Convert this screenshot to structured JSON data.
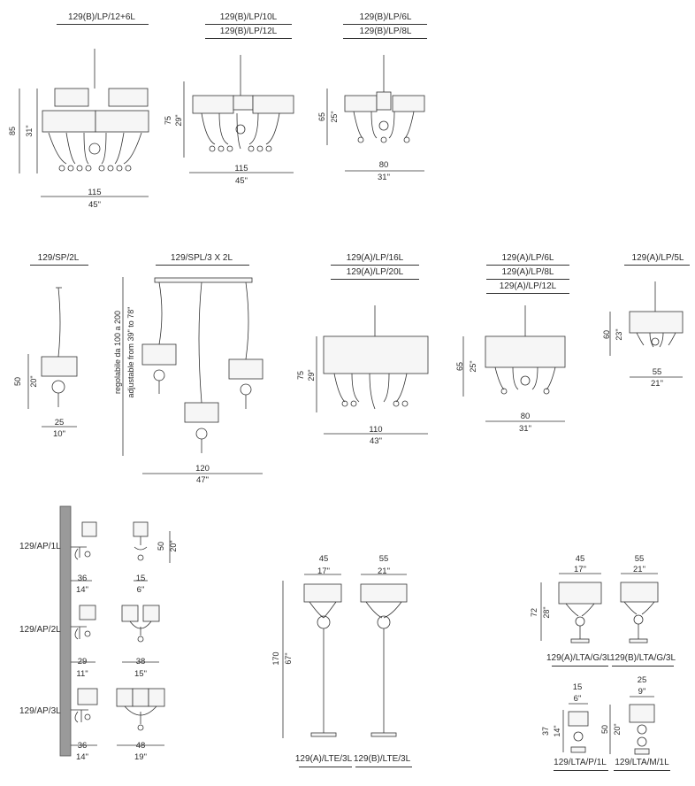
{
  "chandeliers": {
    "b12_6": {
      "code1": "129(B)/LP/12+6L",
      "w_cm": "115",
      "w_in": "45\"",
      "h_cm": "85",
      "h_in": "31\""
    },
    "b10_12": {
      "code1": "129(B)/LP/10L",
      "code2": "129(B)/LP/12L",
      "w_cm": "115",
      "w_in": "45\"",
      "h_cm": "75",
      "h_in": "29\""
    },
    "b6_8": {
      "code1": "129(B)/LP/6L",
      "code2": "129(B)/LP/8L",
      "w_cm": "80",
      "w_in": "31\"",
      "h_cm": "65",
      "h_in": "25\""
    }
  },
  "pendants": {
    "sp2": {
      "code": "129/SP/2L",
      "w_cm": "25",
      "w_in": "10\"",
      "h_cm": "50",
      "h_in": "20\""
    },
    "spl": {
      "code": "129/SPL/3 X 2L",
      "w_cm": "120",
      "w_in": "47\"",
      "adj_it": "regolabile da 100 a 200",
      "adj_en": "adjustable from 39\" to 78\""
    },
    "a16_20": {
      "code1": "129(A)/LP/16L",
      "code2": "129(A)/LP/20L",
      "w_cm": "110",
      "w_in": "43\"",
      "h_cm": "75",
      "h_in": "29\""
    },
    "a6_12": {
      "code1": "129(A)/LP/6L",
      "code2": "129(A)/LP/8L",
      "code3": "129(A)/LP/12L",
      "w_cm": "80",
      "w_in": "31\"",
      "h_cm": "65",
      "h_in": "25\""
    },
    "a5": {
      "code": "129(A)/LP/5L",
      "w_cm": "55",
      "w_in": "21\"",
      "h_cm": "60",
      "h_in": "23\""
    }
  },
  "wall": {
    "ap1": {
      "code": "129/AP/1L",
      "w_cm": "36",
      "w_in": "14\"",
      "side_cm": "15",
      "side_in": "6\"",
      "h_cm": "50",
      "h_in": "20\""
    },
    "ap2": {
      "code": "129/AP/2L",
      "w_cm": "29",
      "w_in": "11\"",
      "side_cm": "38",
      "side_in": "15\""
    },
    "ap3": {
      "code": "129/AP/3L",
      "w_cm": "36",
      "w_in": "14\"",
      "side_cm": "48",
      "side_in": "19\""
    }
  },
  "floor": {
    "lte_a": {
      "code": "129(A)/LTE/3L",
      "w_cm": "45",
      "w_in": "17\""
    },
    "lte_b": {
      "code": "129(B)/LTE/3L",
      "w_cm": "55",
      "w_in": "21\""
    },
    "h_cm": "170",
    "h_in": "67\""
  },
  "table": {
    "lta_a": {
      "code": "129(A)/LTA/G/3L",
      "w_cm": "45",
      "w_in": "17\"",
      "h_cm": "72",
      "h_in": "28\""
    },
    "lta_b": {
      "code": "129(B)/LTA/G/3L",
      "w_cm": "55",
      "w_in": "21\""
    },
    "lta_p": {
      "code": "129/LTA/P/1L",
      "w_cm": "15",
      "w_in": "6\"",
      "h_cm": "37",
      "h_in": "14\""
    },
    "lta_m": {
      "code": "129/LTA/M/1L",
      "w_cm": "25",
      "w_in": "9\"",
      "h_cm": "50",
      "h_in": "20\""
    }
  }
}
